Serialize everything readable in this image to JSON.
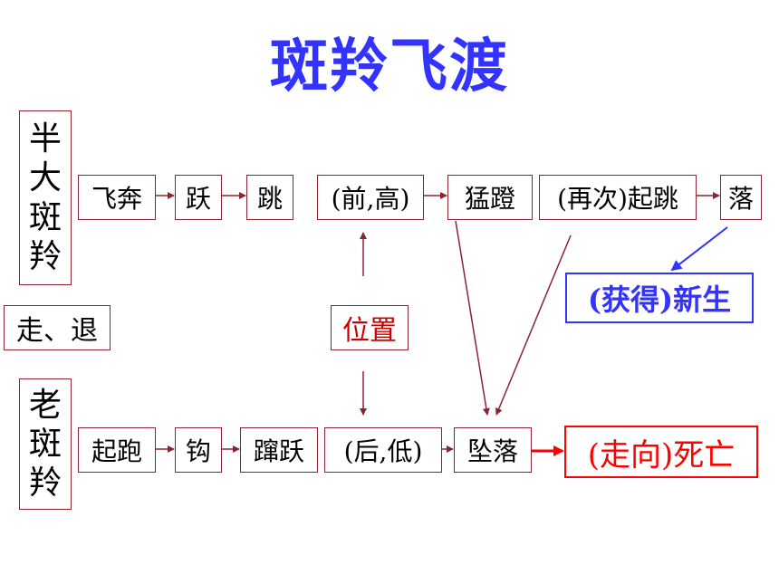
{
  "title": "斑羚飞渡",
  "half_group": [
    "半",
    "大",
    "斑",
    "羚"
  ],
  "old_group": [
    "老",
    "斑",
    "羚"
  ],
  "walk_retreat": "走、退",
  "position": "位置",
  "top_row": [
    "飞奔",
    "跃",
    "跳",
    "(前,高)",
    "猛蹬",
    "(再次)起跳",
    "落"
  ],
  "bottom_row": [
    "起跑",
    "钩",
    "蹿跃",
    "(后,低)",
    "坠落"
  ],
  "rebirth": "(获得)新生",
  "death": "(走向)死亡",
  "colors": {
    "title": "#3333ff",
    "border": "#8b2332",
    "blue": "#3333ff",
    "red": "#ff0000"
  }
}
